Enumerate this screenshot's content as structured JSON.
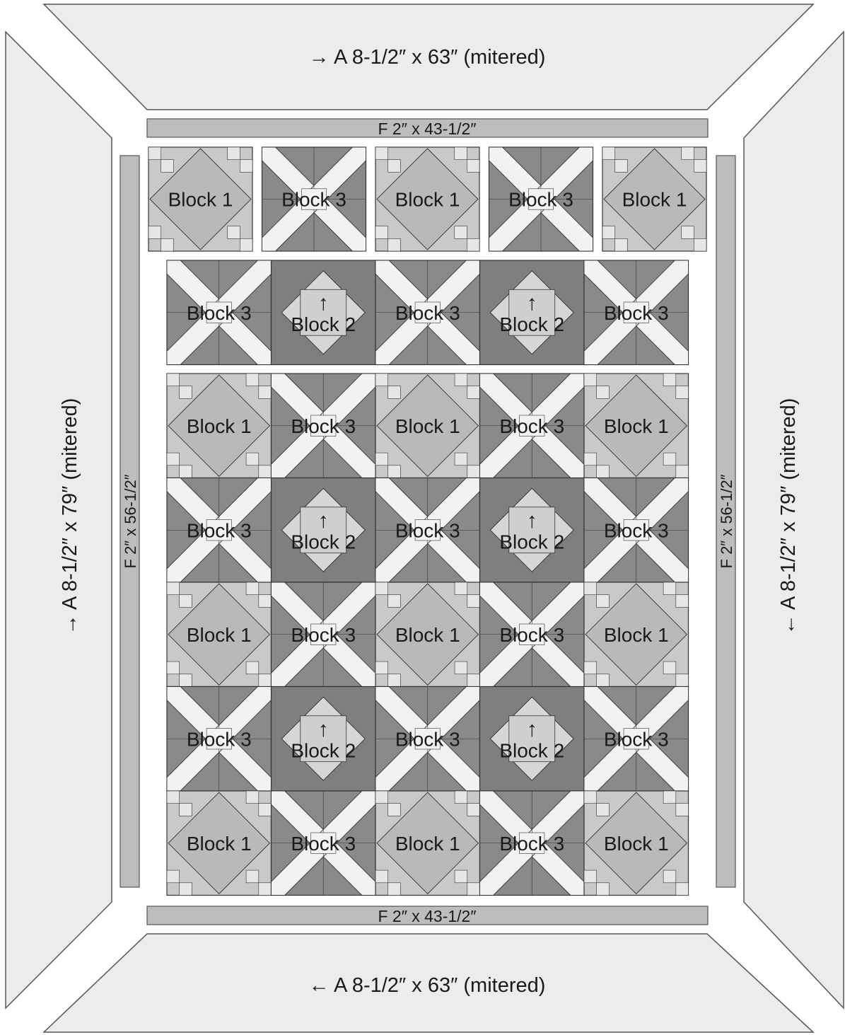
{
  "borders": {
    "top": {
      "text": "→  A   8-1/2″ x 63″ (mitered)"
    },
    "bottom": {
      "text": "←  A   8-1/2″ x 63″ (mitered)"
    },
    "left": {
      "text": "→  A   8-1/2″ x 79″ (mitered)"
    },
    "right": {
      "text": "←  A   8-1/2″ x 79″ (mitered)"
    }
  },
  "strips": {
    "top": {
      "text": "F   2″ x 43-1/2″"
    },
    "bottom": {
      "text": "F   2″ x 43-1/2″"
    },
    "left": {
      "text": "F   2″ x 56-1/2″"
    },
    "right": {
      "text": "F   2″ x 56-1/2″"
    }
  },
  "block_labels": {
    "b1": "Block 1",
    "b2": "Block 2",
    "b3": "Block 3",
    "arrow": "↑"
  },
  "top_row": [
    1,
    3,
    1,
    3,
    1
  ],
  "second_row": [
    3,
    2,
    3,
    2,
    3
  ],
  "main_grid": [
    [
      1,
      3,
      1,
      3,
      1
    ],
    [
      3,
      2,
      3,
      2,
      3
    ],
    [
      1,
      3,
      1,
      3,
      1
    ],
    [
      3,
      2,
      3,
      2,
      3
    ],
    [
      1,
      3,
      1,
      3,
      1
    ]
  ],
  "colors": {
    "border_fill": "#ececec",
    "strip_fill": "#bdbdbd",
    "block1_center": "#b9b9b9",
    "block1_corner": "#c9c9c9",
    "block2_center": "#cfcfcf",
    "block2_bg": "#7f7f7f",
    "block3_dark": "#8a8a8a",
    "block3_band": "#f2f2f2",
    "outline": "#333333"
  }
}
